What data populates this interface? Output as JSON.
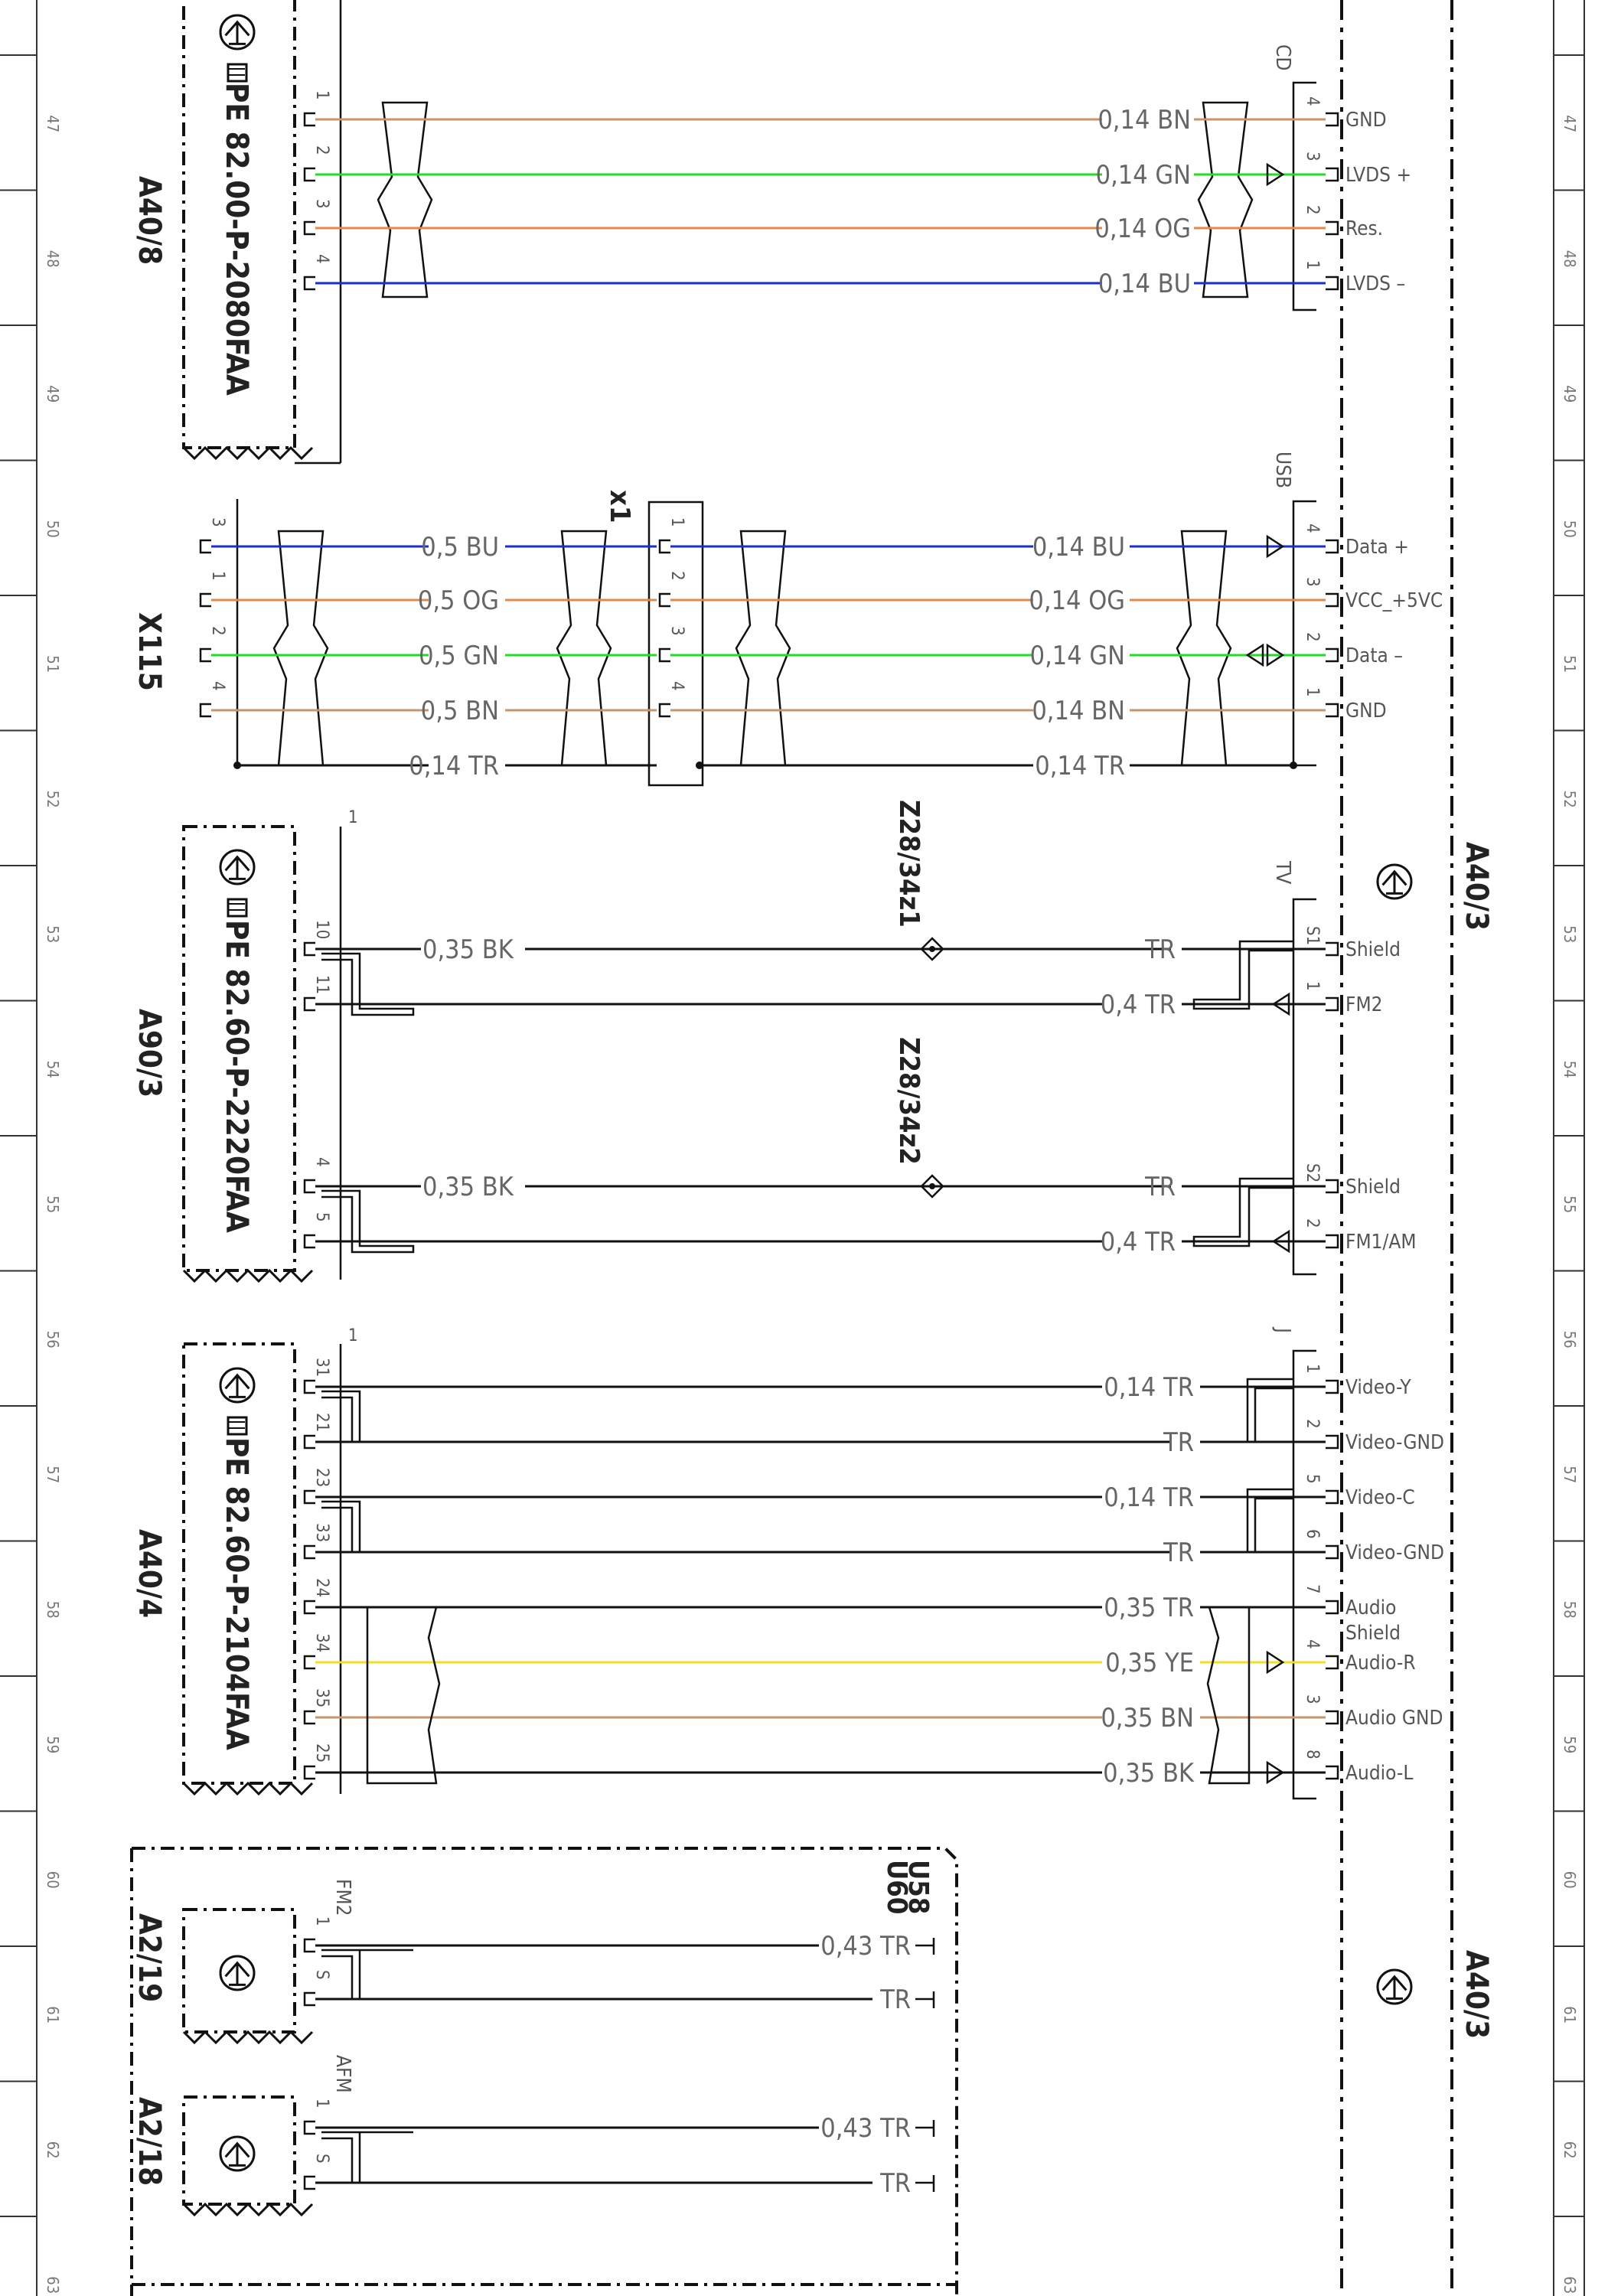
{
  "wire_colors": {
    "BN": "#c8966a",
    "GN": "#22dd22",
    "OG": "#e08a4a",
    "BU": "#1a2ec8",
    "YE": "#f0e020",
    "BK": "#111111",
    "TR": "#111111"
  },
  "grid_numbers": [
    "47",
    "48",
    "49",
    "50",
    "51",
    "52",
    "53",
    "54",
    "55",
    "56",
    "57",
    "58",
    "59",
    "60",
    "61",
    "62",
    "63"
  ],
  "main_unit": {
    "labels": [
      "A40/3",
      "A40/3"
    ],
    "connectors": {
      "cd": "CD",
      "usb": "USB",
      "tv": "TV",
      "j": "J",
      "fm2": "FM2",
      "afm": "AFM"
    }
  },
  "components": [
    {
      "id": "A40/8",
      "ref": "PE 82.00-P-2080FAA"
    },
    {
      "id": "X115",
      "ref": ""
    },
    {
      "id": "A90/3",
      "ref": "PE 82.60-P-2220FAA"
    },
    {
      "id": "A40/4",
      "ref": "PE 82.60-P-2104FAA"
    },
    {
      "id": "A2/19",
      "ref": ""
    },
    {
      "id": "A2/18",
      "ref": ""
    }
  ],
  "connector_x1": "x1",
  "splices": [
    "Z28/34z1",
    "Z28/34z2"
  ],
  "module_box": [
    "U58",
    "U60"
  ],
  "cd_wires": [
    {
      "left_pin": "1",
      "right_pin": "4",
      "size": "0,14",
      "color": "BN",
      "signal": "GND"
    },
    {
      "left_pin": "2",
      "right_pin": "3",
      "size": "0,14",
      "color": "GN",
      "signal": "LVDS +"
    },
    {
      "left_pin": "3",
      "right_pin": "2",
      "size": "0,14",
      "color": "OG",
      "signal": "Res."
    },
    {
      "left_pin": "4",
      "right_pin": "1",
      "size": "0,14",
      "color": "BU",
      "signal": "LVDS –"
    }
  ],
  "usb_wires": [
    {
      "x115_pin": "3",
      "x1_pin": "1",
      "right_pin": "4",
      "size_left": "0,5",
      "size_right": "0,14",
      "color": "BU",
      "signal": "Data +"
    },
    {
      "x115_pin": "1",
      "x1_pin": "2",
      "right_pin": "3",
      "size_left": "0,5",
      "size_right": "0,14",
      "color": "OG",
      "signal": "VCC_+5VC"
    },
    {
      "x115_pin": "2",
      "x1_pin": "3",
      "right_pin": "2",
      "size_left": "0,5",
      "size_right": "0,14",
      "color": "GN",
      "signal": "Data –"
    },
    {
      "x115_pin": "4",
      "x1_pin": "4",
      "right_pin": "1",
      "size_left": "0,5",
      "size_right": "0,14",
      "color": "BN",
      "signal": "GND"
    },
    {
      "x115_pin": "",
      "x1_pin": "",
      "right_pin": "",
      "size_left": "0,14",
      "size_right": "0,14",
      "color": "TR",
      "signal": ""
    }
  ],
  "tv_wires": [
    {
      "left_pin": "10",
      "right_pin": "S1",
      "size_left": "0,35",
      "color_left": "BK",
      "size_right": "",
      "color_right": "TR",
      "signal": "Shield"
    },
    {
      "left_pin": "11",
      "right_pin": "1",
      "size_left": "",
      "color_left": "",
      "size_right": "0,4",
      "color_right": "TR",
      "signal": "FM2"
    },
    {
      "left_pin": "4",
      "right_pin": "S2",
      "size_left": "0,35",
      "color_left": "BK",
      "size_right": "",
      "color_right": "TR",
      "signal": "Shield"
    },
    {
      "left_pin": "5",
      "right_pin": "2",
      "size_left": "",
      "color_left": "",
      "size_right": "0,4",
      "color_right": "TR",
      "signal": "FM1/AM"
    }
  ],
  "video_wires": [
    {
      "left_pin": "31",
      "right_pin": "1",
      "size": "0,14",
      "color": "TR",
      "signal": "Video-Y"
    },
    {
      "left_pin": "21",
      "right_pin": "2",
      "size": "",
      "color": "TR",
      "signal": "Video-GND"
    },
    {
      "left_pin": "23",
      "right_pin": "5",
      "size": "0,14",
      "color": "TR",
      "signal": "Video-C"
    },
    {
      "left_pin": "33",
      "right_pin": "6",
      "size": "",
      "color": "TR",
      "signal": "Video-GND"
    },
    {
      "left_pin": "24",
      "right_pin": "7",
      "size": "0,35",
      "color": "TR",
      "signal": "Audio",
      "signal2": "Shield"
    },
    {
      "left_pin": "34",
      "right_pin": "4",
      "size": "0,35",
      "color": "YE",
      "signal": "Audio-R"
    },
    {
      "left_pin": "35",
      "right_pin": "3",
      "size": "0,35",
      "color": "BN",
      "signal": "Audio GND"
    },
    {
      "left_pin": "25",
      "right_pin": "8",
      "size": "0,35",
      "color": "BK",
      "signal": "Audio-L"
    }
  ],
  "antenna_wires": [
    {
      "pin": "1",
      "size": "0,43",
      "color": "TR"
    },
    {
      "pin": "S",
      "size": "",
      "color": "TR"
    },
    {
      "pin": "1",
      "size": "0,43",
      "color": "TR"
    },
    {
      "pin": "S",
      "size": "",
      "color": "TR"
    }
  ],
  "misc_pin_1": "1"
}
